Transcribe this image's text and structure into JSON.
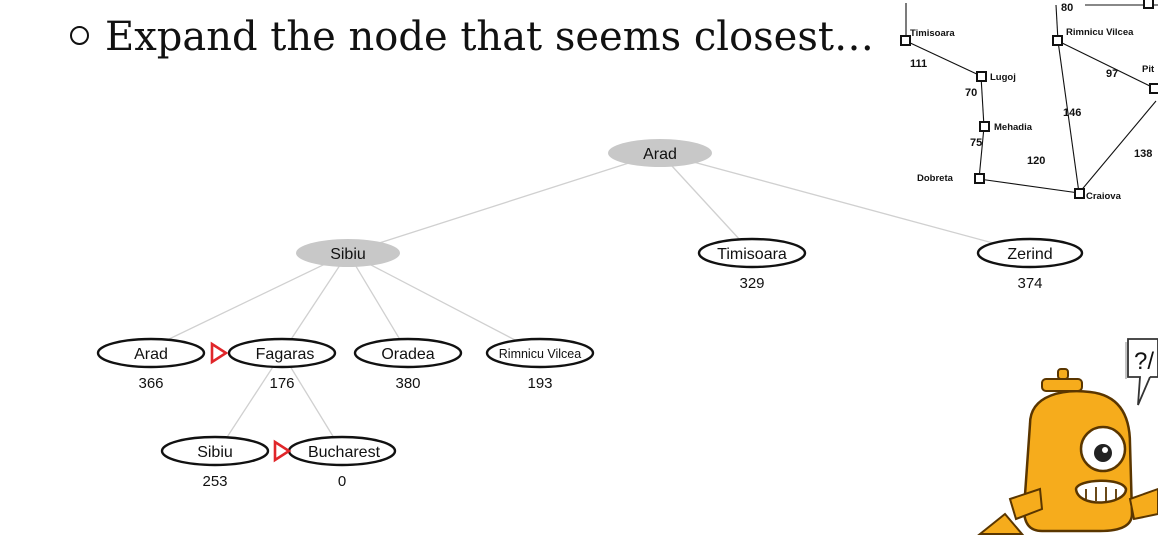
{
  "slide": {
    "bullet_text": "Expand the node that seems closest…"
  },
  "tree": {
    "root": {
      "label": "Arad"
    },
    "level1": [
      {
        "label": "Sibiu",
        "value": ""
      },
      {
        "label": "Timisoara",
        "value": "329"
      },
      {
        "label": "Zerind",
        "value": "374"
      }
    ],
    "level2": [
      {
        "label": "Arad",
        "value": "366"
      },
      {
        "label": "Fagaras",
        "value": "176"
      },
      {
        "label": "Oradea",
        "value": "380"
      },
      {
        "label": "Rimnicu Vilcea",
        "value": "193"
      }
    ],
    "level3": [
      {
        "label": "Sibiu",
        "value": "253"
      },
      {
        "label": "Bucharest",
        "value": "0"
      }
    ]
  },
  "map": {
    "cities": [
      "Timisoara",
      "Rimnicu Vilcea",
      "Lugoj",
      "Mehadia",
      "Dobreta",
      "Craiova",
      "Pit"
    ],
    "distances": [
      "80",
      "111",
      "70",
      "97",
      "146",
      "75",
      "120",
      "138"
    ]
  },
  "robot": {
    "speech": "?/"
  },
  "colors": {
    "expanded_fill": "#c8c8c8",
    "marker": "#e0262a",
    "robot_body": "#f6ac1c",
    "edge": "#d0d0d0"
  }
}
